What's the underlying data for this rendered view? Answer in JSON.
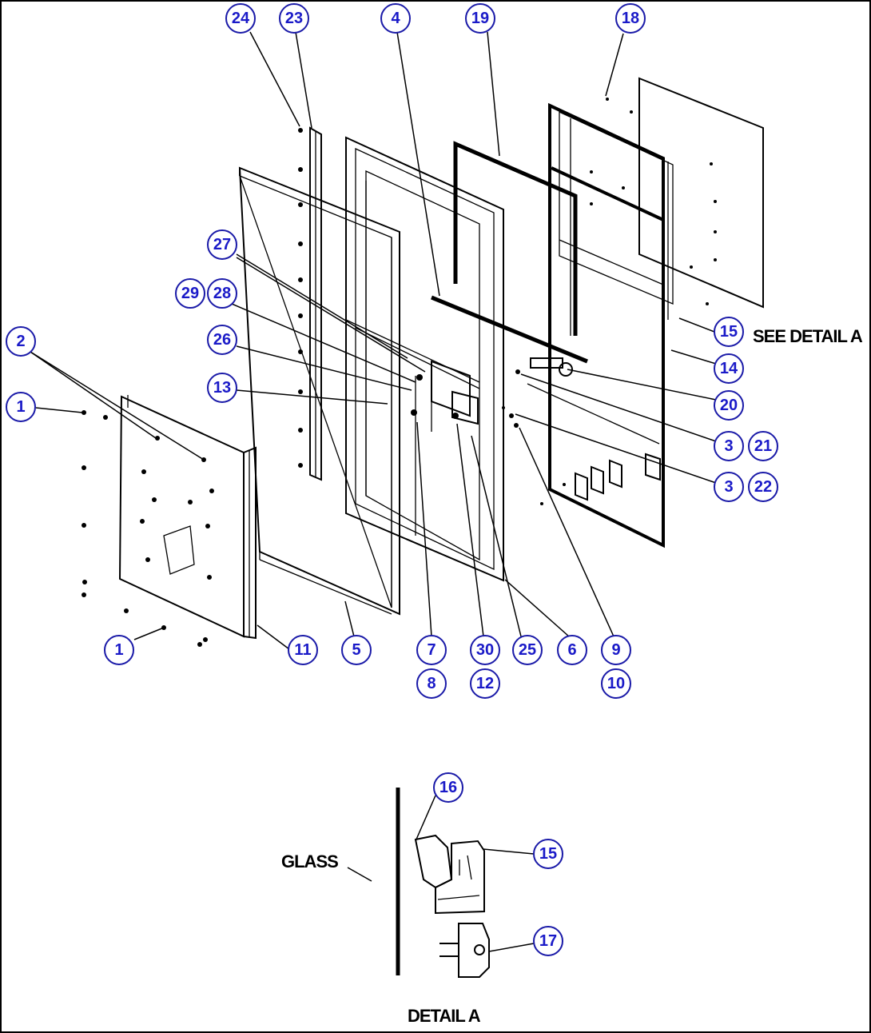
{
  "diagram": {
    "labels": {
      "see_detail": "SEE DETAIL A",
      "glass": "GLASS",
      "detail_title": "DETAIL A"
    },
    "callouts": [
      {
        "id": "c24",
        "text": "24"
      },
      {
        "id": "c23",
        "text": "23"
      },
      {
        "id": "c4",
        "text": "4"
      },
      {
        "id": "c19",
        "text": "19"
      },
      {
        "id": "c18",
        "text": "18"
      },
      {
        "id": "c27",
        "text": "27"
      },
      {
        "id": "c29",
        "text": "29"
      },
      {
        "id": "c28",
        "text": "28"
      },
      {
        "id": "c2",
        "text": "2"
      },
      {
        "id": "c26",
        "text": "26"
      },
      {
        "id": "c13",
        "text": "13"
      },
      {
        "id": "c1a",
        "text": "1"
      },
      {
        "id": "c15a",
        "text": "15"
      },
      {
        "id": "c14",
        "text": "14"
      },
      {
        "id": "c20",
        "text": "20"
      },
      {
        "id": "c3a",
        "text": "3"
      },
      {
        "id": "c21",
        "text": "21"
      },
      {
        "id": "c3b",
        "text": "3"
      },
      {
        "id": "c22",
        "text": "22"
      },
      {
        "id": "c1b",
        "text": "1"
      },
      {
        "id": "c11",
        "text": "11"
      },
      {
        "id": "c5",
        "text": "5"
      },
      {
        "id": "c7",
        "text": "7"
      },
      {
        "id": "c30",
        "text": "30"
      },
      {
        "id": "c25",
        "text": "25"
      },
      {
        "id": "c6",
        "text": "6"
      },
      {
        "id": "c9",
        "text": "9"
      },
      {
        "id": "c8",
        "text": "8"
      },
      {
        "id": "c12",
        "text": "12"
      },
      {
        "id": "c10",
        "text": "10"
      },
      {
        "id": "c16",
        "text": "16"
      },
      {
        "id": "c15b",
        "text": "15"
      },
      {
        "id": "c17",
        "text": "17"
      }
    ]
  }
}
